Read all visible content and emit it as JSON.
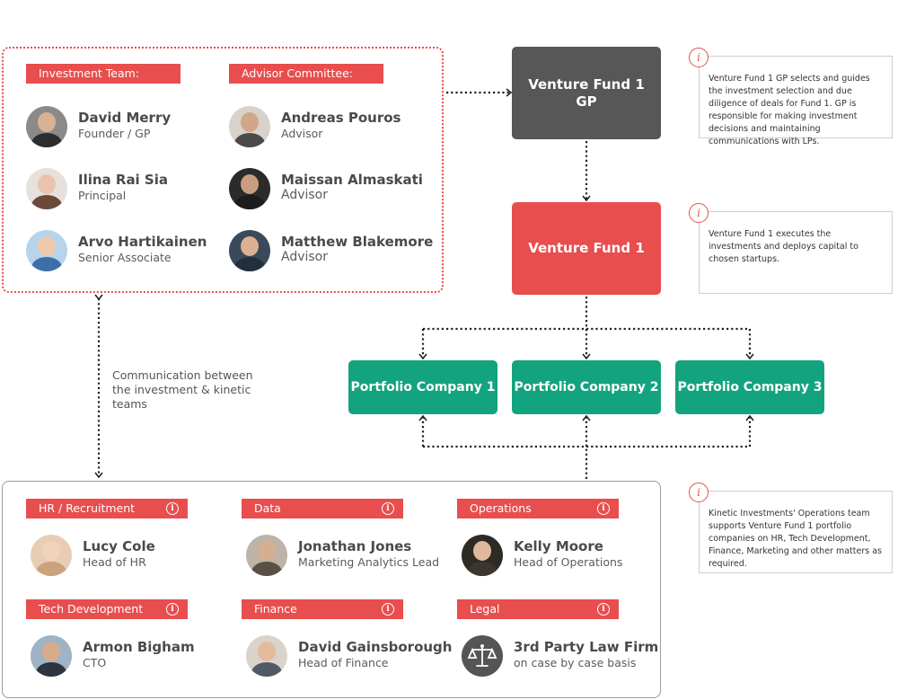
{
  "investment_team": {
    "label": "Investment Team:",
    "members": [
      {
        "name": "David Merry",
        "role": "Founder / GP"
      },
      {
        "name": "Ilina Rai Sia",
        "role": "Principal"
      },
      {
        "name": "Arvo Hartikainen",
        "role": "Senior Associate"
      }
    ]
  },
  "advisor_committee": {
    "label": "Advisor Committee:",
    "members": [
      {
        "name": "Andreas Pouros",
        "role": "Advisor"
      },
      {
        "name": "Maissan Almaskati",
        "role": "Advisor"
      },
      {
        "name": "Matthew Blakemore",
        "role": "Advisor"
      }
    ]
  },
  "nodes": {
    "gp": "Venture Fund 1 GP",
    "fund": "Venture Fund 1",
    "portfolio": [
      "Portfolio Company 1",
      "Portfolio Company 2",
      "Portfolio Company 3"
    ]
  },
  "notes": {
    "gp": "Venture Fund 1 GP selects and guides the investment selection and due diligence of deals for Fund 1. GP is responsible for making investment decisions and maintaining communications with LPs.",
    "fund": "Venture Fund 1 executes the investments and deploys capital to chosen startups.",
    "ops": "Kinetic Investments' Operations team supports Venture Fund 1 portfolio companies on HR, Tech Development, Finance, Marketing and other matters as required.",
    "icon_glyph": "i"
  },
  "communication_label": "Communication between the investment & kinetic teams",
  "operations": {
    "info_glyph": "i",
    "groups": [
      {
        "label": "HR / Recruitment",
        "name": "Lucy Cole",
        "role": "Head of HR"
      },
      {
        "label": "Data",
        "name": "Jonathan Jones",
        "role": "Marketing Analytics Lead"
      },
      {
        "label": "Operations",
        "name": "Kelly Moore",
        "role": "Head of Operations"
      },
      {
        "label": "Tech Development",
        "name": "Armon Bigham",
        "role": "CTO"
      },
      {
        "label": "Finance",
        "name": "David Gainsborough",
        "role": "Head of Finance"
      },
      {
        "label": "Legal",
        "name": "3rd Party Law Firm",
        "role": "on case by case basis"
      }
    ]
  },
  "colors": {
    "accent_red": "#e84e4e",
    "gp_gray": "#575757",
    "portfolio_green": "#14a37f"
  },
  "icons": {
    "info": "info-icon",
    "legal": "scales-icon"
  }
}
